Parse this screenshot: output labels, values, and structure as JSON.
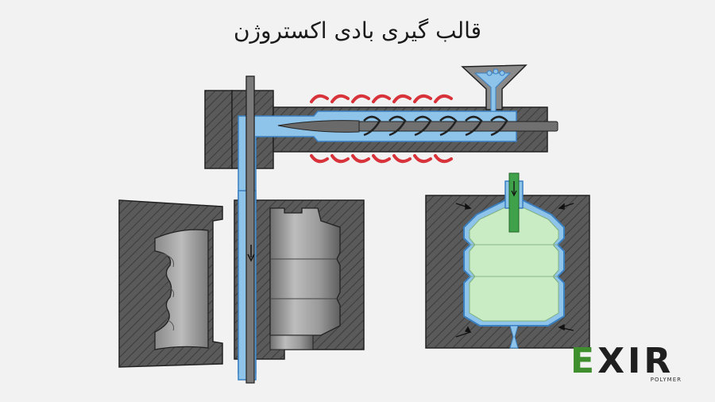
{
  "title": "قالب گیری بادی اکستروژن",
  "logo": {
    "letter_first": "E",
    "letters_rest": "XIR",
    "subtitle": "POLYMER"
  },
  "colors": {
    "background": "#f2f2f2",
    "metal_dark": "#5a5a5a",
    "metal_light": "#9a9a9a",
    "melt_blue": "#8ec3ea",
    "melt_outline": "#3a7fc0",
    "heater_red": "#d8333a",
    "parison_green": "#c9ecc4",
    "air_pipe_green": "#3fa24a",
    "logo_green": "#3f8f2e"
  },
  "icons": [
    "hopper-icon",
    "screw-icon",
    "heater-coil-icon",
    "down-arrow-icon",
    "pressure-arrow-icon"
  ]
}
